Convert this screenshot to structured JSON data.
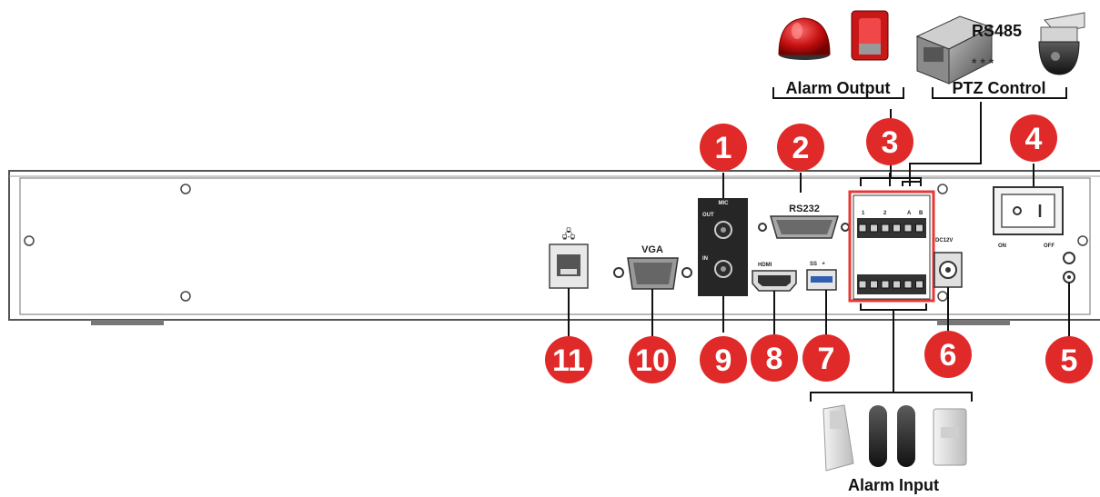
{
  "labels": {
    "alarm_output": "Alarm Output",
    "ptz_control": "PTZ Control",
    "rs485": "RS485",
    "alarm_input": "Alarm Input"
  },
  "ports": {
    "vga": "VGA",
    "rs232": "RS232",
    "mic": "MIC",
    "out": "OUT",
    "in": "IN",
    "hdmi": "HDMI",
    "usb": "SS",
    "dc": "DC12V",
    "on": "ON",
    "off": "OFF"
  },
  "terminal_marks": [
    "1",
    "2",
    "A",
    "B"
  ],
  "rs485_stars": "*   *   *",
  "callouts": [
    "1",
    "2",
    "3",
    "4",
    "5",
    "6",
    "7",
    "8",
    "9",
    "10",
    "11"
  ],
  "colors": {
    "badge": "#e02a2a",
    "highlight": "#e53935",
    "panel": "#ffffff",
    "outline": "#555555"
  }
}
